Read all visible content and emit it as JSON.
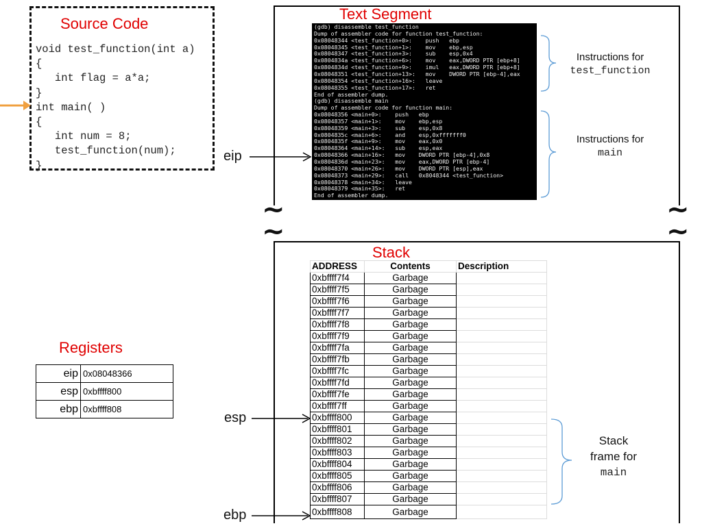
{
  "source_code": {
    "title": "Source Code",
    "lines": [
      "void test_function(int a)",
      "{",
      "   int flag = a*a;",
      "}",
      "int main( )",
      "{",
      "   int num = 8;",
      "   test_function(num);",
      "}"
    ],
    "arrow_color": "#f0a040"
  },
  "text_segment": {
    "title": "Text Segment",
    "terminal_lines": [
      "(gdb) disassemble test_function",
      "Dump of assembler code for function test_function:",
      "0x08048344 <test_function+0>:    push   ebp",
      "0x08048345 <test_function+1>:    mov    ebp,esp",
      "0x08048347 <test_function+3>:    sub    esp,0x4",
      "0x0804834a <test_function+6>:    mov    eax,DWORD PTR [ebp+8]",
      "0x0804834d <test_function+9>:    imul   eax,DWORD PTR [ebp+8]",
      "0x08048351 <test_function+13>:   mov    DWORD PTR [ebp-4],eax",
      "0x08048354 <test_function+16>:   leave",
      "0x08048355 <test_function+17>:   ret",
      "End of assembler dump.",
      "(gdb) disassemble main",
      "Dump of assembler code for function main:",
      "0x08048356 <main+0>:    push   ebp",
      "0x08048357 <main+1>:    mov    ebp,esp",
      "0x08048359 <main+3>:    sub    esp,0x8",
      "0x0804835c <main+6>:    and    esp,0xfffffff0",
      "0x0804835f <main+9>:    mov    eax,0x0",
      "0x08048364 <main+14>:   sub    esp,eax",
      "0x08048366 <main+16>:   mov    DWORD PTR [ebp-4],0x8",
      "0x0804836d <main+23>:   mov    eax,DWORD PTR [ebp-4]",
      "0x08048370 <main+26>:   mov    DWORD PTR [esp],eax",
      "0x08048373 <main+29>:   call   0x8048344 <test_function>",
      "0x08048378 <main+34>:   leave",
      "0x08048379 <main+35>:   ret",
      "End of assembler dump."
    ],
    "instr_test_label": "Instructions for",
    "instr_test_name": "test_function",
    "instr_main_label": "Instructions for",
    "instr_main_name": "main",
    "eip_label": "eip"
  },
  "stack": {
    "title": "Stack",
    "headers": [
      "ADDRESS",
      "Contents",
      "Description"
    ],
    "rows": [
      {
        "address": "0xbffff7f4",
        "contents": "Garbage",
        "description": ""
      },
      {
        "address": "0xbffff7f5",
        "contents": "Garbage",
        "description": ""
      },
      {
        "address": "0xbffff7f6",
        "contents": "Garbage",
        "description": ""
      },
      {
        "address": "0xbffff7f7",
        "contents": "Garbage",
        "description": ""
      },
      {
        "address": "0xbffff7f8",
        "contents": "Garbage",
        "description": ""
      },
      {
        "address": "0xbffff7f9",
        "contents": "Garbage",
        "description": ""
      },
      {
        "address": "0xbffff7fa",
        "contents": "Garbage",
        "description": ""
      },
      {
        "address": "0xbffff7fb",
        "contents": "Garbage",
        "description": ""
      },
      {
        "address": "0xbffff7fc",
        "contents": "Garbage",
        "description": ""
      },
      {
        "address": "0xbffff7fd",
        "contents": "Garbage",
        "description": ""
      },
      {
        "address": "0xbffff7fe",
        "contents": "Garbage",
        "description": ""
      },
      {
        "address": "0xbffff7ff",
        "contents": "Garbage",
        "description": ""
      },
      {
        "address": "0xbffff800",
        "contents": "Garbage",
        "description": ""
      },
      {
        "address": "0xbffff801",
        "contents": "Garbage",
        "description": ""
      },
      {
        "address": "0xbffff802",
        "contents": "Garbage",
        "description": ""
      },
      {
        "address": "0xbffff803",
        "contents": "Garbage",
        "description": ""
      },
      {
        "address": "0xbffff804",
        "contents": "Garbage",
        "description": ""
      },
      {
        "address": "0xbffff805",
        "contents": "Garbage",
        "description": ""
      },
      {
        "address": "0xbffff806",
        "contents": "Garbage",
        "description": ""
      },
      {
        "address": "0xbffff807",
        "contents": "Garbage",
        "description": ""
      },
      {
        "address": "0xbffff808",
        "contents": "Garbage",
        "description": ""
      }
    ],
    "frame_label_1": "Stack",
    "frame_label_2": "frame for",
    "frame_label_3": "main",
    "esp_label": "esp",
    "ebp_label": "ebp",
    "tilde": "~"
  },
  "registers": {
    "title": "Registers",
    "rows": [
      {
        "name": "eip",
        "value": "0x08048366"
      },
      {
        "name": "esp",
        "value": "0xbffff800"
      },
      {
        "name": "ebp",
        "value": "0xbffff808"
      }
    ]
  },
  "colors": {
    "title_red": "#e00000",
    "brace_blue": "#5b9bd5",
    "terminal_bg": "#000000"
  }
}
